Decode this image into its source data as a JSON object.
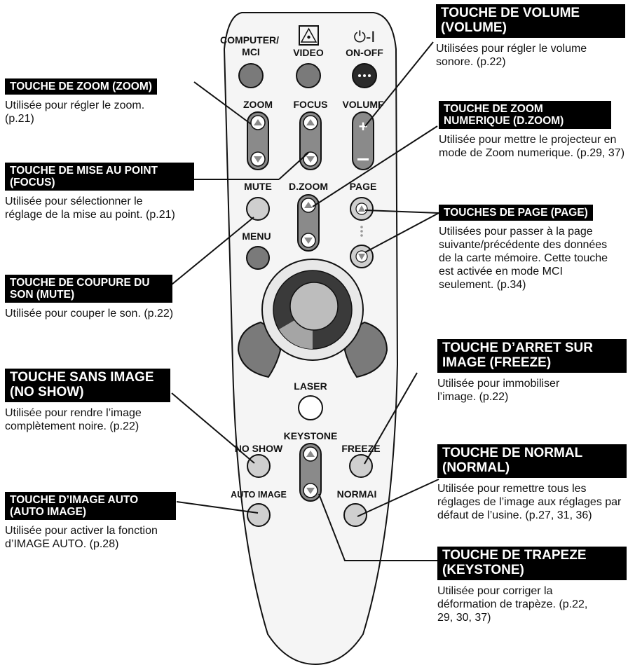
{
  "remote": {
    "buttons": {
      "computer_mci": "COMPUTER/\nMCI",
      "video": "VIDEO",
      "on_off": "ON-OFF",
      "power_symbol": "⏻-I",
      "zoom": "ZOOM",
      "focus": "FOCUS",
      "volume": "VOLUMF",
      "mute": "MUTE",
      "dzoom": "D.ZOOM",
      "page": "PAGE",
      "menu": "MENU",
      "laser": "LASER",
      "keystone": "KEYSTONE",
      "no_show": "NO SHOW",
      "freeze": "FREEZE",
      "auto_image": "AUTO IMAGE",
      "normal": "NORMAI"
    },
    "icons": {
      "laser": "laser-warning-icon",
      "power": "power-icon",
      "on_off_dots": "dots-icon"
    }
  },
  "annotations": {
    "zoom": {
      "title": "TOUCHE DE ZOOM (ZOOM)",
      "text": "Utilisée pour régler le zoom. (p.21)"
    },
    "focus": {
      "title": "TOUCHE DE MISE AU POINT (FOCUS)",
      "text": "Utilisée pour sélectionner le réglage de la mise au point. (p.21)"
    },
    "mute": {
      "title": "TOUCHE DE COUPURE DU SON (MUTE)",
      "text": "Utilisée pour couper le son. (p.22)"
    },
    "no_show": {
      "title": "TOUCHE SANS IMAGE (NO SHOW)",
      "text": "Utilisée pour rendre l’image complètement noire. (p.22)"
    },
    "auto_image": {
      "title": "TOUCHE D’IMAGE AUTO (AUTO IMAGE)",
      "text": "Utilisée pour activer la fonction d’IMAGE AUTO. (p.28)"
    },
    "volume": {
      "title": "TOUCHE DE VOLUME (VOLUME)",
      "text": "Utilisées pour régler le volume sonore. (p.22)"
    },
    "dzoom": {
      "title": "TOUCHE DE ZOOM NUMERIQUE (D.ZOOM)",
      "text": "Utilisée pour mettre le projecteur en mode de Zoom numerique. (p.29, 37)"
    },
    "page": {
      "title": "TOUCHES DE PAGE (PAGE)",
      "text": "Utilisées pour passer à la page suivante/précédente des données de la carte mémoire. Cette touche est activée en mode MCI seulement. (p.34)"
    },
    "freeze": {
      "title": "TOUCHE D’ARRET SUR IMAGE (FREEZE)",
      "text": "Utilisée pour immobiliser l’image. (p.22)"
    },
    "normal": {
      "title": "TOUCHE DE NORMAL (NORMAL)",
      "text": "Utilisée pour remettre tous les réglages de l’image aux réglages par défaut de l’usine.  (p.27, 31, 36)"
    },
    "keystone": {
      "title": "TOUCHE DE TRAPEZE (KEYSTONE)",
      "text": "Utilisée pour corriger la déformation de trapèze. (p.22, 29, 30, 37)"
    }
  }
}
